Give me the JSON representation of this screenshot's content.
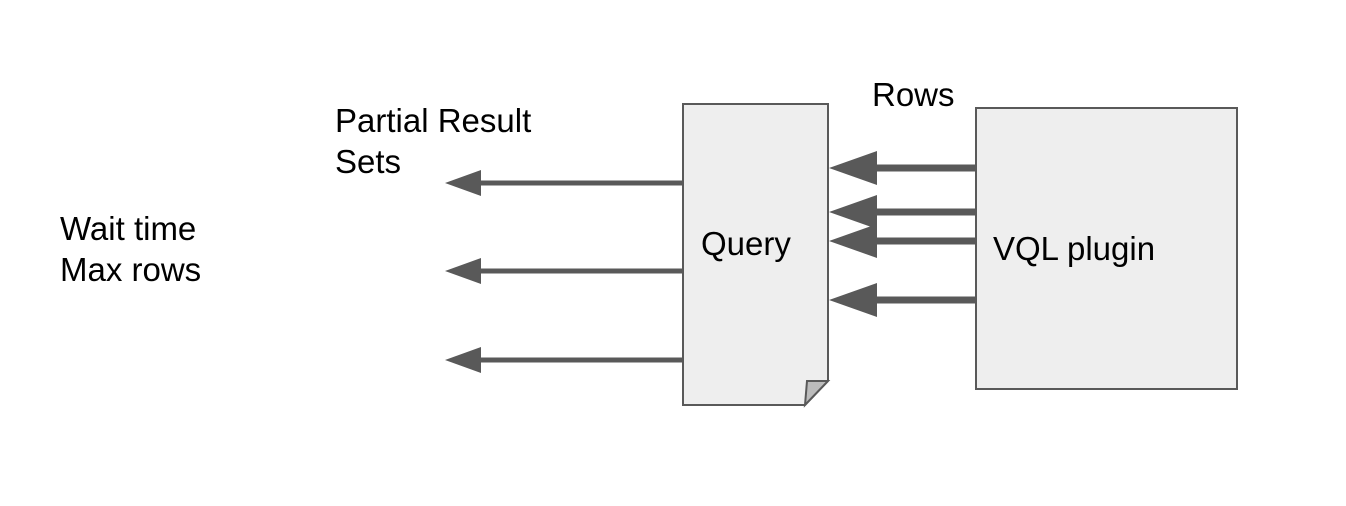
{
  "labels": {
    "wait_time": "Wait time",
    "max_rows": "Max rows",
    "partial_result_line1": "Partial Result",
    "partial_result_line2": "Sets",
    "query": "Query",
    "rows": "Rows",
    "vql_plugin": "VQL plugin"
  },
  "colors": {
    "box_fill": "#eeeeee",
    "box_stroke": "#595959",
    "arrow": "#595959",
    "fold_fill": "#bcbcbc"
  }
}
